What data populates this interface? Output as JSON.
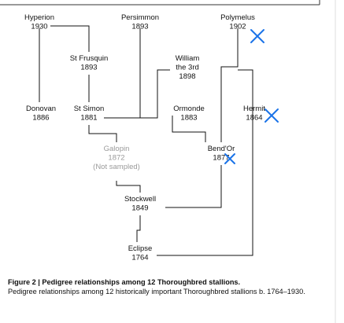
{
  "diagram": {
    "nodes": [
      {
        "id": "hyperion",
        "name": "Hyperion",
        "year": "1930",
        "note": "",
        "faded": false,
        "marked": false
      },
      {
        "id": "persimmon",
        "name": "Persimmon",
        "year": "1893",
        "note": "",
        "faded": false,
        "marked": false
      },
      {
        "id": "polymelus",
        "name": "Polymelus",
        "year": "1902",
        "note": "",
        "faded": false,
        "marked": true
      },
      {
        "id": "stfrusquin",
        "name": "St Frusquin",
        "year": "1893",
        "note": "",
        "faded": false,
        "marked": false
      },
      {
        "id": "william",
        "name": "William the 3rd",
        "year": "1898",
        "note": "",
        "faded": false,
        "marked": false
      },
      {
        "id": "donovan",
        "name": "Donovan",
        "year": "1886",
        "note": "",
        "faded": false,
        "marked": false
      },
      {
        "id": "stsimon",
        "name": "St Simon",
        "year": "1881",
        "note": "",
        "faded": false,
        "marked": false
      },
      {
        "id": "ormonde",
        "name": "Ormonde",
        "year": "1883",
        "note": "",
        "faded": false,
        "marked": false
      },
      {
        "id": "hermit",
        "name": "Hermit",
        "year": "1864",
        "note": "",
        "faded": false,
        "marked": true
      },
      {
        "id": "galopin",
        "name": "Galopin",
        "year": "1872",
        "note": "(Not sampled)",
        "faded": true,
        "marked": false
      },
      {
        "id": "bendor",
        "name": "Bend'Or",
        "year": "1877",
        "note": "",
        "faded": false,
        "marked": true
      },
      {
        "id": "stockwell",
        "name": "Stockwell",
        "year": "1849",
        "note": "",
        "faded": false,
        "marked": false
      },
      {
        "id": "eclipse",
        "name": "Eclipse",
        "year": "1764",
        "note": "",
        "faded": false,
        "marked": false
      }
    ]
  },
  "caption": {
    "title": "Figure 2 | Pedigree relationships among 12 Thoroughbred stallions.",
    "text": "Pedigree relationships among 12 historically important Thoroughbred stallions b. 1764–1930."
  },
  "colors": {
    "mark": "#1a73e8",
    "faded_text": "#9a9a9a",
    "line": "#111111"
  }
}
